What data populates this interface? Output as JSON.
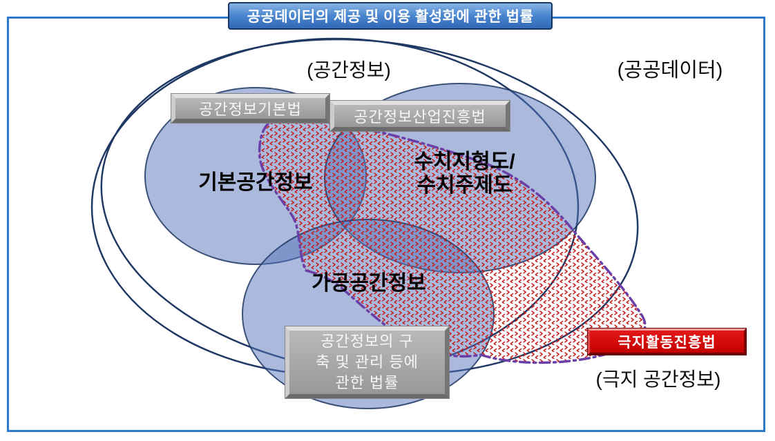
{
  "title": "공공데이터의 제공 및 이용 활성화에 관한 법률",
  "regions": {
    "public_data_label": "(공공데이터)",
    "spatial_info_label": "(공간정보)",
    "polar_spatial_label": "(극지 공간정보)"
  },
  "venn": {
    "left_circle_label": "기본공간정보",
    "right_circle_label_line1": "수치지형도/",
    "right_circle_label_line2": "수치주제도",
    "bottom_circle_label": "가공공간정보"
  },
  "law_boxes": {
    "basic_act": "공간정보기본법",
    "industry_act": "공간정보산업진흥법",
    "construction_act_lines": [
      "공간정보의 구",
      "축 및 관리 등에",
      "관한 법률"
    ],
    "polar_act": "극지활동진흥법"
  },
  "colors": {
    "frame_border": "#2b78cc",
    "title_navy_border": "#17365d",
    "ellipse_stroke": "#1f3864",
    "circle_fill": "#5573b9",
    "pattern_red": "#c41f1f",
    "dash_purple": "#6b3fa8",
    "gray_box_face": "#a3a3a3",
    "red_box_face": "#d40000"
  }
}
